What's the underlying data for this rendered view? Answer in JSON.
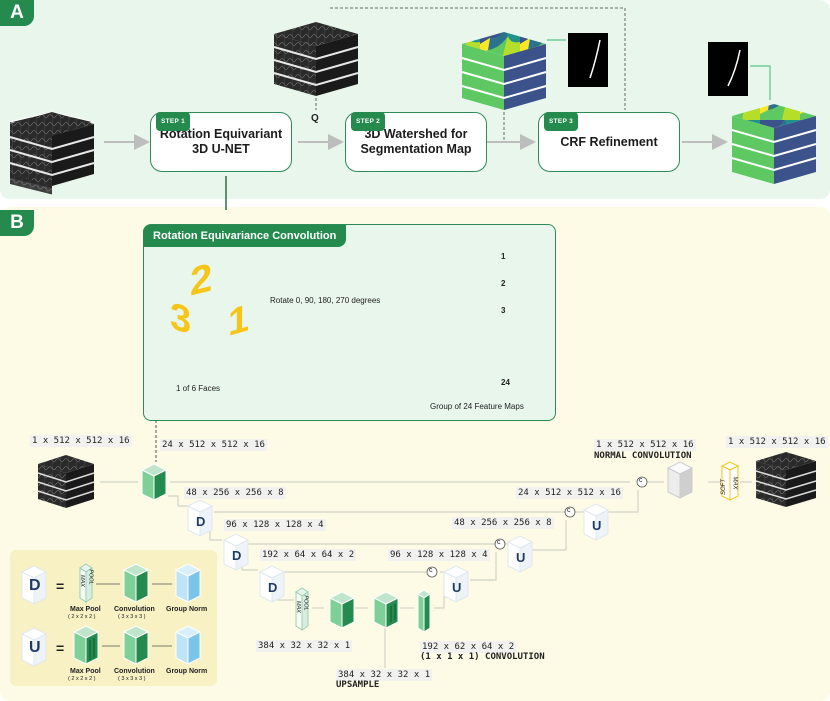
{
  "panel_a": {
    "label": "A",
    "q_label": "Q",
    "steps": [
      {
        "tag": "STEP 1",
        "line1": "Rotation Equivariant",
        "line2": "3D U-NET"
      },
      {
        "tag": "STEP 2",
        "line1": "3D Watershed for",
        "line2": "Segmentation Map"
      },
      {
        "tag": "STEP 3",
        "line1": "CRF Refinement",
        "line2": ""
      }
    ]
  },
  "panel_b": {
    "label": "B",
    "rec": {
      "title": "Rotation Equivariance Convolution",
      "rotate_text": "Rotate 0, 90, 180, 270 degrees",
      "faces_text": "1 of 6 Faces",
      "group_text": "Group of 24 Feature Maps",
      "cube_digits": [
        "2",
        "3",
        "1"
      ],
      "map_numbers": [
        "1",
        "2",
        "3",
        "24"
      ]
    },
    "dims": {
      "input": "1 x 512 x 512 x 16",
      "conv24": "24 x 512 x 512 x 16",
      "d1": "48 x 256 x 256 x 8",
      "d2": "96 x 128 x 128 x 4",
      "d3": "192 x 64 x 64 x 2",
      "bottom": "384 x 32 x 32 x 1",
      "upsample_dim": "384 x 32 x 32 x 1",
      "upsample": "UPSAMPLE",
      "c1x1_dim": "192 x 62 x 64 x 2",
      "c1x1": "(1 x 1 x 1)  CONVOLUTION",
      "u3": "96 x 128 x 128 x 4",
      "u2": "48 x 256 x 256 x 8",
      "u1": "24 x 512 x 512 x 16",
      "normal_dim": "1 x 512 x 512 x 16",
      "normal": "NORMAL CONVOLUTION",
      "output": "1 x 512 x 512 x 16"
    },
    "concat_symbol": "c",
    "softmax": [
      "SOFT",
      "MAX"
    ],
    "legend": {
      "d_letter": "D",
      "u_letter": "U",
      "equals": "=",
      "maxpool_glyph": [
        "MAX",
        "POOL"
      ],
      "maxpool": "Max Pool",
      "maxpool_sub": "( 2 x 2 x 2 )",
      "conv": "Convolution",
      "conv_sub": "( 3 x 3 x 3 )",
      "gnorm": "Group Norm",
      "maxpool2": "Max Pool",
      "maxpool2_sub": "( 2 x 2 x 2 )",
      "conv2": "Convolution",
      "conv2_sub": "( 3 x 3 x 3 )",
      "gnorm2": "Group Norm"
    },
    "colors": {
      "green_dark": "#248a4e",
      "green_light": "#cdebd5",
      "blue_light": "#bfe4f7",
      "yellow": "#f5c518"
    }
  }
}
